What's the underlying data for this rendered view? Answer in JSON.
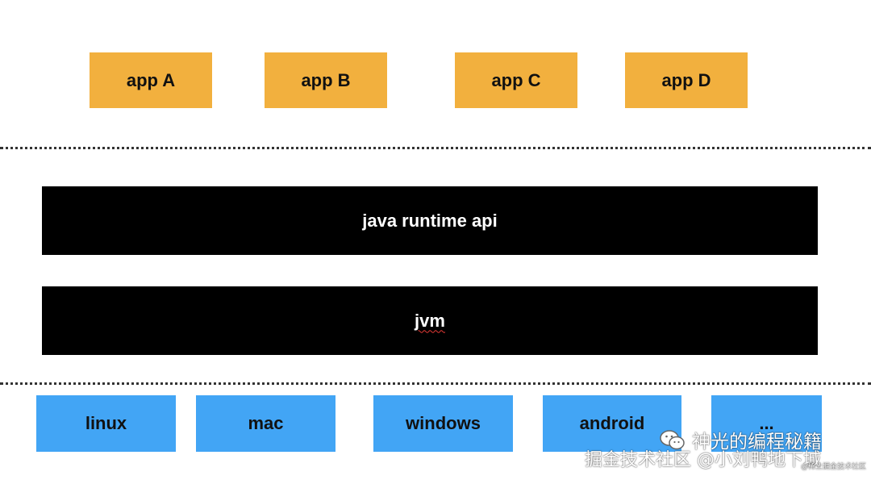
{
  "apps": [
    {
      "label": "app A"
    },
    {
      "label": "app B"
    },
    {
      "label": "app C"
    },
    {
      "label": "app D"
    }
  ],
  "layers": {
    "runtime_api": "java runtime api",
    "jvm": "jvm"
  },
  "platforms": [
    {
      "label": "linux"
    },
    {
      "label": "mac"
    },
    {
      "label": "windows"
    },
    {
      "label": "android"
    },
    {
      "label": "..."
    }
  ],
  "watermark": {
    "line1": "神光的编程秘籍",
    "line2": "掘金技术社区 @小刘鸭地下城",
    "line3": "@稀土掘金技术社区",
    "icon": "wechat-icon"
  },
  "colors": {
    "app_box": "#f2b03e",
    "layer_box": "#000000",
    "platform_box": "#42a5f5"
  }
}
